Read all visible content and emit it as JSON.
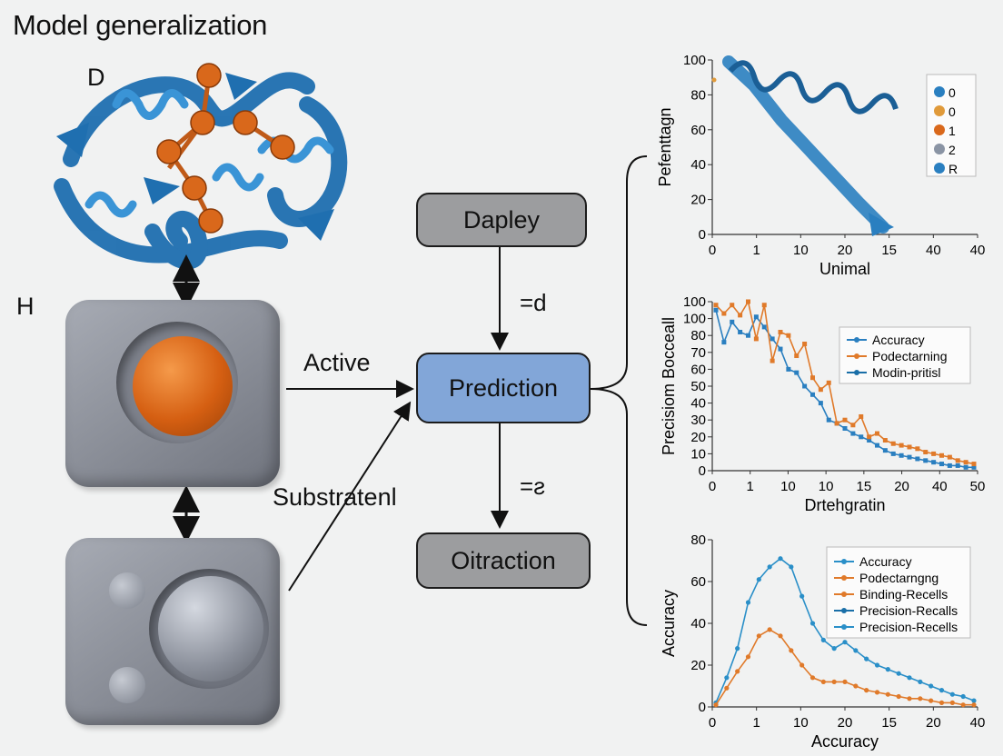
{
  "title": "Model generalization",
  "labels": {
    "d": "D",
    "h": "H",
    "active": "Active",
    "substrate": "Substratеnl"
  },
  "flow": {
    "top": "Dapley",
    "center": "Prediction",
    "bottom": "Oitraction",
    "edge_top": "=d",
    "edge_bottom": "=ƨ"
  },
  "colors": {
    "protein": "#2a7fc0",
    "ligand": "#d9681b",
    "box": "#8a8e98",
    "prediction": "#82a6d8",
    "node": "#9c9d9f"
  },
  "chart_data": [
    {
      "type": "line",
      "xlabel": "Unimal",
      "ylabel": "Pefenttagn",
      "x_ticks": [
        "0",
        "1",
        "10",
        "20",
        "15",
        "40",
        "40"
      ],
      "y_ticks": [
        "0",
        "20",
        "40",
        "60",
        "80",
        "100"
      ],
      "ylim": [
        0,
        100
      ],
      "legend": [
        "0",
        "0",
        "1",
        "2",
        "R"
      ],
      "legend_colors": [
        "#2a7fc0",
        "#e09a3a",
        "#d9681b",
        "#8a94a4",
        "#2a7fc0"
      ],
      "legend_position": "top-right"
    },
    {
      "type": "line",
      "xlabel": "Drtehgratin",
      "ylabel": "Precisiom Bocceall",
      "x_ticks": [
        "0",
        "1",
        "10",
        "10",
        "15",
        "20",
        "40",
        "50"
      ],
      "y_ticks": [
        "0",
        "10",
        "20",
        "30",
        "40",
        "50",
        "60",
        "70",
        "80",
        "100",
        "100"
      ],
      "ylim": [
        0,
        100
      ],
      "legend_position": "top-right",
      "series": [
        {
          "name": "Accuracy",
          "color": "#2a7fc0",
          "values": [
            95,
            76,
            88,
            82,
            80,
            91,
            85,
            78,
            72,
            60,
            58,
            50,
            45,
            40,
            30,
            28,
            25,
            22,
            20,
            18,
            15,
            12,
            10,
            9,
            8,
            7,
            6,
            5,
            4,
            3,
            3,
            2,
            2
          ]
        },
        {
          "name": "Podectarning",
          "color": "#e07a2a",
          "values": [
            98,
            93,
            98,
            92,
            100,
            78,
            98,
            65,
            82,
            80,
            68,
            75,
            55,
            48,
            52,
            28,
            30,
            27,
            32,
            20,
            22,
            18,
            16,
            15,
            14,
            13,
            11,
            10,
            9,
            8,
            6,
            5,
            4
          ]
        },
        {
          "name": "Modin-pritisl",
          "color": "#1a6fa8",
          "values": []
        }
      ]
    },
    {
      "type": "line",
      "xlabel": "Accuracy",
      "ylabel": "Accuracy",
      "x_ticks": [
        "0",
        "1",
        "10",
        "20",
        "15",
        "20",
        "40"
      ],
      "y_ticks": [
        "0",
        "20",
        "40",
        "60",
        "80"
      ],
      "ylim": [
        0,
        80
      ],
      "legend_position": "top-right",
      "series": [
        {
          "name": "Accuracy",
          "color": "#2a8fc8",
          "values": [
            2,
            14,
            28,
            50,
            61,
            67,
            71,
            67,
            53,
            40,
            32,
            28,
            31,
            27,
            23,
            20,
            18,
            16,
            14,
            12,
            10,
            8,
            6,
            5,
            3
          ]
        },
        {
          "name": "Podectarngng",
          "color": "#e07a2a",
          "values": [
            1,
            9,
            17,
            24,
            34,
            37,
            34,
            27,
            20,
            14,
            12,
            12,
            12,
            10,
            8,
            7,
            6,
            5,
            4,
            4,
            3,
            2,
            2,
            1,
            1
          ]
        },
        {
          "name": "Binding-Recells",
          "color": "#e07a2a",
          "values": []
        },
        {
          "name": "Precision-Recalls",
          "color": "#1a6fa8",
          "values": []
        },
        {
          "name": "Precision-Recells",
          "color": "#2a8fc8",
          "values": []
        }
      ]
    }
  ]
}
